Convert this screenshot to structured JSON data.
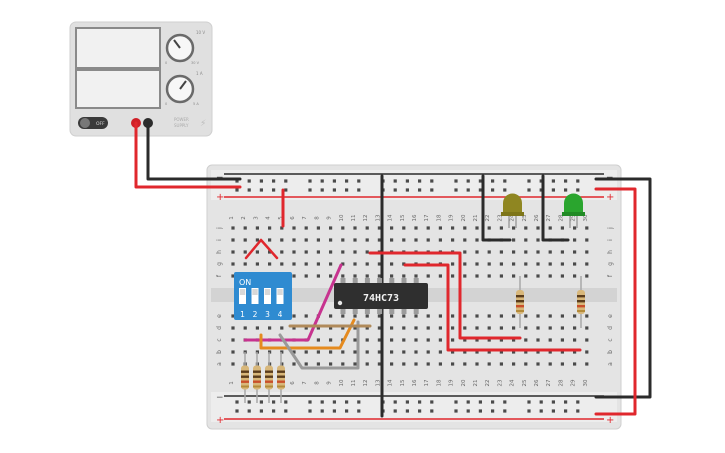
{
  "power_supply": {
    "off_label": "OFF",
    "voltage_knob_label": "10 V",
    "current_knob_label": "1 A",
    "voltage_min": "0",
    "voltage_max": "30 V",
    "current_min": "0",
    "current_max": "5 A",
    "brand_line1": "POWER",
    "brand_line2": "SUPPLY"
  },
  "breadboard": {
    "columns": [
      "1",
      "2",
      "3",
      "4",
      "5",
      "6",
      "7",
      "8",
      "9",
      "10",
      "11",
      "12",
      "13",
      "14",
      "15",
      "16",
      "17",
      "18",
      "19",
      "20",
      "21",
      "22",
      "23",
      "24",
      "25",
      "26",
      "27",
      "28",
      "29",
      "30"
    ],
    "top_rows": [
      "j",
      "i",
      "h",
      "g",
      "f"
    ],
    "bottom_rows": [
      "e",
      "d",
      "c",
      "b",
      "a"
    ],
    "rail_plus": "+",
    "rail_minus": "−"
  },
  "chip": {
    "label": "74HC73"
  },
  "dip_switch": {
    "on_label": "ON",
    "positions": [
      "1",
      "2",
      "3",
      "4"
    ]
  },
  "colors": {
    "wire_red": "#e0272d",
    "wire_black": "#2b2b2b",
    "wire_magenta": "#c7338f",
    "wire_orange": "#e58a1e",
    "wire_gray": "#9a9a9a",
    "wire_tan": "#b08a5a",
    "led_yellow": "#8f8621",
    "led_green": "#2aa52e",
    "dip_blue": "#2f8bd1",
    "psu_body": "#d9d9d9"
  }
}
